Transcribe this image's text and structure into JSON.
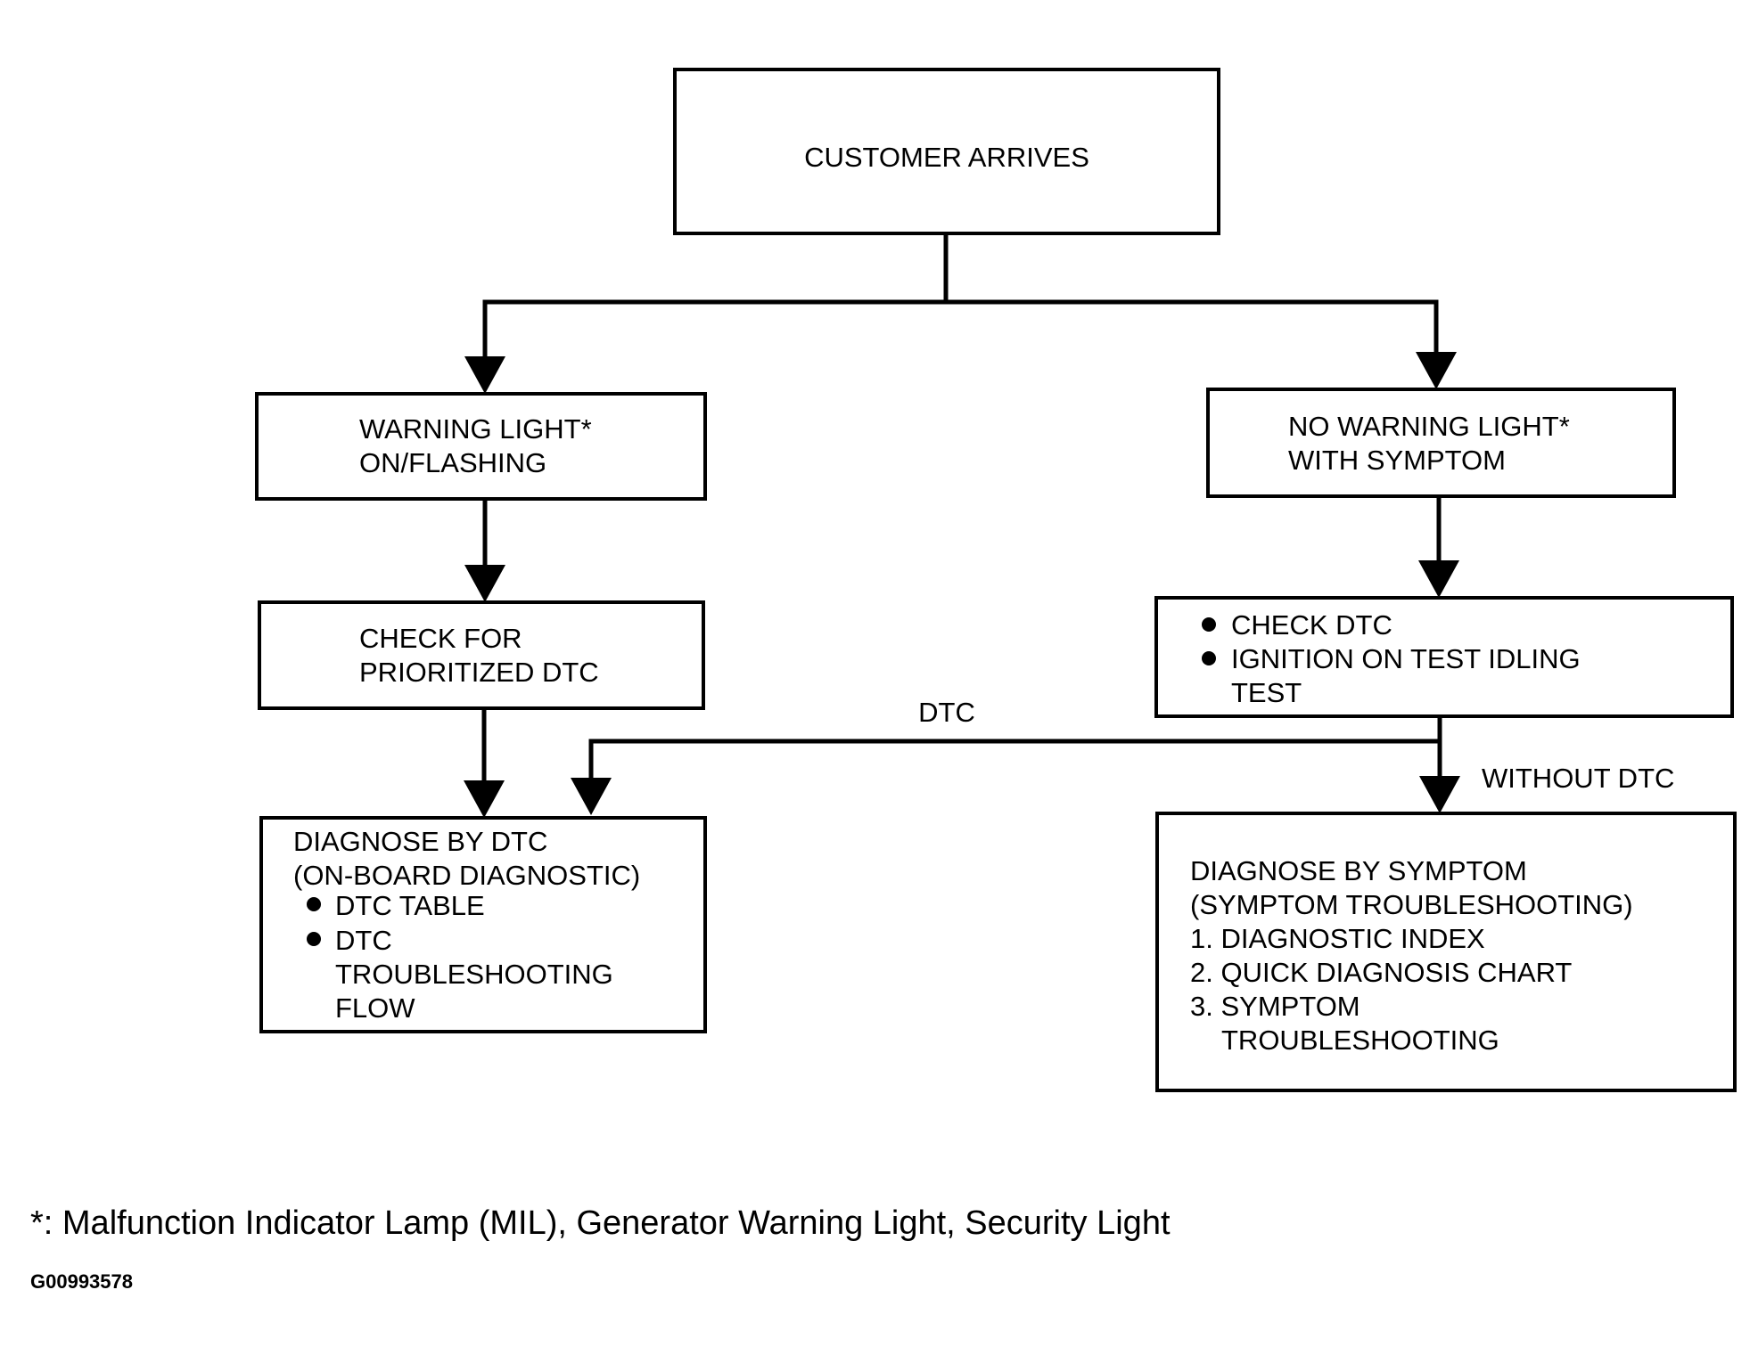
{
  "nodes": {
    "customer_arrives": {
      "lines": [
        "CUSTOMER ARRIVES"
      ]
    },
    "warning_light": {
      "lines": [
        "WARNING LIGHT*",
        "ON/FLASHING"
      ]
    },
    "no_warning_light": {
      "lines": [
        "NO WARNING LIGHT*",
        "WITH SYMPTOM"
      ]
    },
    "check_prioritized": {
      "lines": [
        "CHECK FOR",
        "PRIORITIZED DTC"
      ]
    },
    "check_dtc": {
      "bullets": [
        "CHECK DTC",
        "IGNITION ON TEST  IDLING"
      ],
      "continuation": "TEST"
    },
    "diagnose_dtc": {
      "lines": [
        "DIAGNOSE BY DTC",
        "(ON-BOARD DIAGNOSTIC)"
      ],
      "bullets": [
        "DTC TABLE",
        "DTC"
      ],
      "continuation": [
        "TROUBLESHOOTING",
        "FLOW"
      ]
    },
    "diagnose_symptom": {
      "lines": [
        "DIAGNOSE BY SYMPTOM",
        "(SYMPTOM TROUBLESHOOTING)",
        "1. DIAGNOSTIC INDEX",
        "2. QUICK DIAGNOSIS CHART",
        "3. SYMPTOM"
      ],
      "continuation": "TROUBLESHOOTING"
    }
  },
  "edge_labels": {
    "dtc": "DTC",
    "without_dtc": "WITHOUT DTC"
  },
  "footnote": "*: Malfunction Indicator Lamp (MIL), Generator Warning Light, Security Light",
  "figure_code": "G00993578"
}
